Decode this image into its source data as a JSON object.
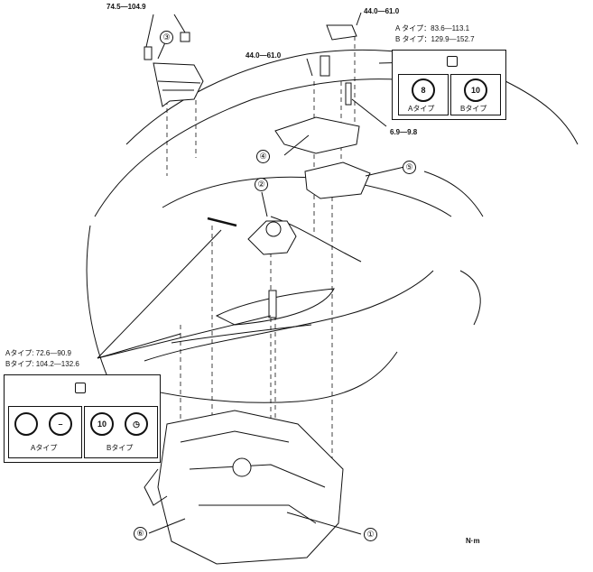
{
  "torque_labels": {
    "t1": "74.5—104.9",
    "t2": "44.0—61.0",
    "t3": "44.0—61.0",
    "t4": "6.9—9.8"
  },
  "top_right_spec": {
    "line_a": "A タイプ：83.6—113.1",
    "line_b": "B タイプ：129.9—152.7"
  },
  "left_spec": {
    "line_a": "Aタイプ: 72.6—90.9",
    "line_b": "Bタイプ: 104.2—132.6"
  },
  "callouts": [
    "①",
    "②",
    "③",
    "④",
    "⑤",
    "⑥"
  ],
  "top_right_box": {
    "mark_a": "8",
    "mark_b": "10",
    "caption_a": "Aタイプ",
    "caption_b": "Bタイプ"
  },
  "left_box": {
    "mark_b": "10",
    "caption_a": "Aタイプ",
    "caption_b": "Bタイプ"
  },
  "unit": "N·m"
}
